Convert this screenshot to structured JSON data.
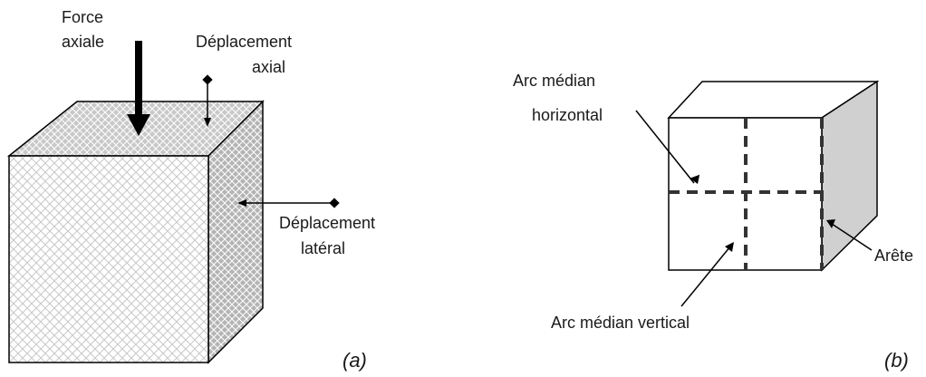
{
  "panel_a": {
    "force_label_line1": "Force",
    "force_label_line2": "axiale",
    "axial_disp_line1": "Déplacement",
    "axial_disp_line2": "axial",
    "lateral_disp_line1": "Déplacement",
    "lateral_disp_line2": "latéral",
    "caption": "(a)"
  },
  "panel_b": {
    "arc_h_line1": "Arc médian",
    "arc_h_line2": "horizontal",
    "arc_v_label": "Arc médian vertical",
    "edge_label": "Arête",
    "caption": "(b)"
  },
  "colors": {
    "line": "#000000",
    "hatched_top": "#c8c8c8",
    "hatched_side": "#b4b4b4",
    "front_face": "#ffffff",
    "shade_side": "#d0d0d0"
  }
}
